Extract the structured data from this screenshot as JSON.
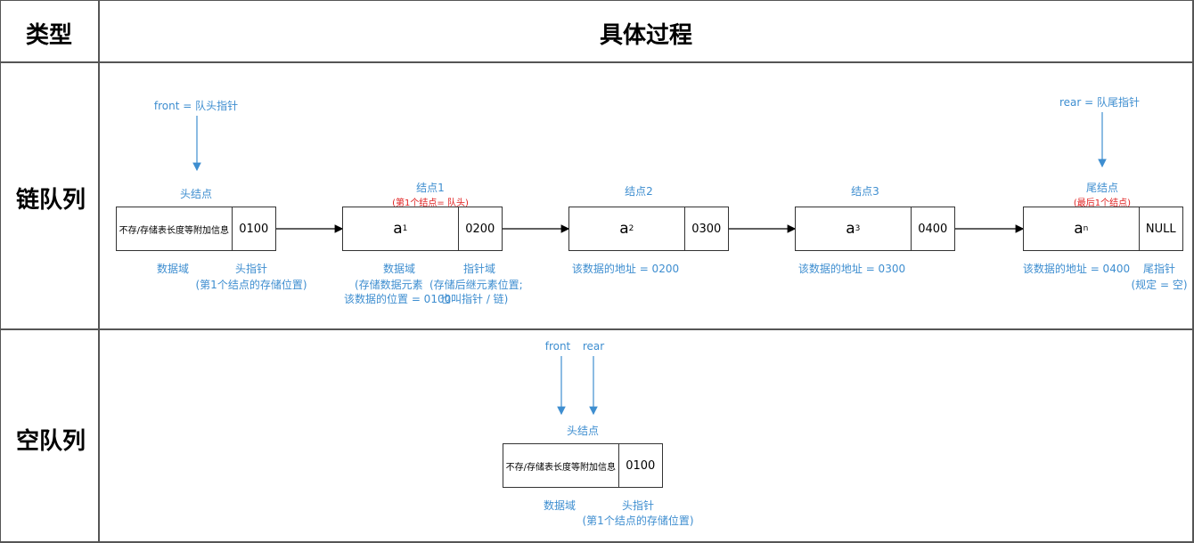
{
  "header": {
    "type_col": "类型",
    "process_col": "具体过程"
  },
  "rows": [
    {
      "label": "链队列"
    },
    {
      "label": "空队列"
    }
  ],
  "linked": {
    "front_label": "front = 队头指针",
    "rear_label": "rear = 队尾指针",
    "head_node": {
      "title": "头结点",
      "data": "不存/存储表长度等附加信息",
      "ptr": "0100",
      "data_caption": "数据域",
      "ptr_caption": "头指针",
      "ptr_note": "(第1个结点的存储位置)"
    },
    "node1": {
      "title": "结点1",
      "subtitle": "(第1个结点= 队头)",
      "data": "a",
      "sub": "1",
      "ptr": "0200",
      "data_caption": "数据域",
      "ptr_caption": "指针域",
      "note_line1": "(存储数据元素",
      "note_line1b": "(存储后继元素位置;",
      "note_line2": "该数据的位置 = 0100",
      "note_line2b": "也叫指针 / 链)"
    },
    "node2": {
      "title": "结点2",
      "data": "a",
      "sub": "2",
      "ptr": "0300",
      "addr": "该数据的地址 = 0200"
    },
    "node3": {
      "title": "结点3",
      "data": "a",
      "sub": "3",
      "ptr": "0400",
      "addr": "该数据的地址 = 0300"
    },
    "tail_node": {
      "title": "尾结点",
      "subtitle": "(最后1个结点)",
      "data": "a",
      "sub": "n",
      "ptr": "NULL",
      "addr": "该数据的地址 = 0400",
      "ptr_caption": "尾指针",
      "ptr_note": "(规定 = 空)"
    }
  },
  "empty": {
    "front_label": "front",
    "rear_label": "rear",
    "head_node": {
      "title": "头结点",
      "data": "不存/存储表长度等附加信息",
      "ptr": "0100",
      "data_caption": "数据域",
      "ptr_caption": "头指针",
      "ptr_note": "(第1个结点的存储位置)"
    }
  },
  "colors": {
    "accent": "#3e8ed0",
    "highlight": "#e02020",
    "border": "#555555"
  }
}
